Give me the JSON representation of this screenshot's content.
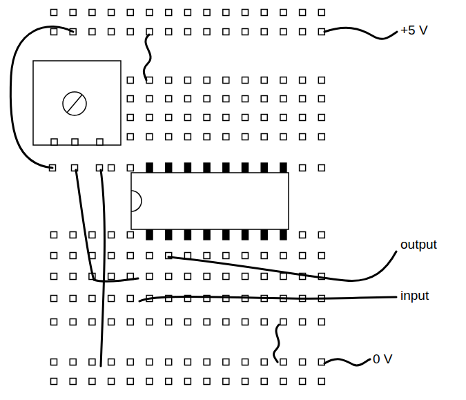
{
  "diagram": {
    "labels": [
      "+5 V",
      "output",
      "input",
      "0 V"
    ]
  }
}
